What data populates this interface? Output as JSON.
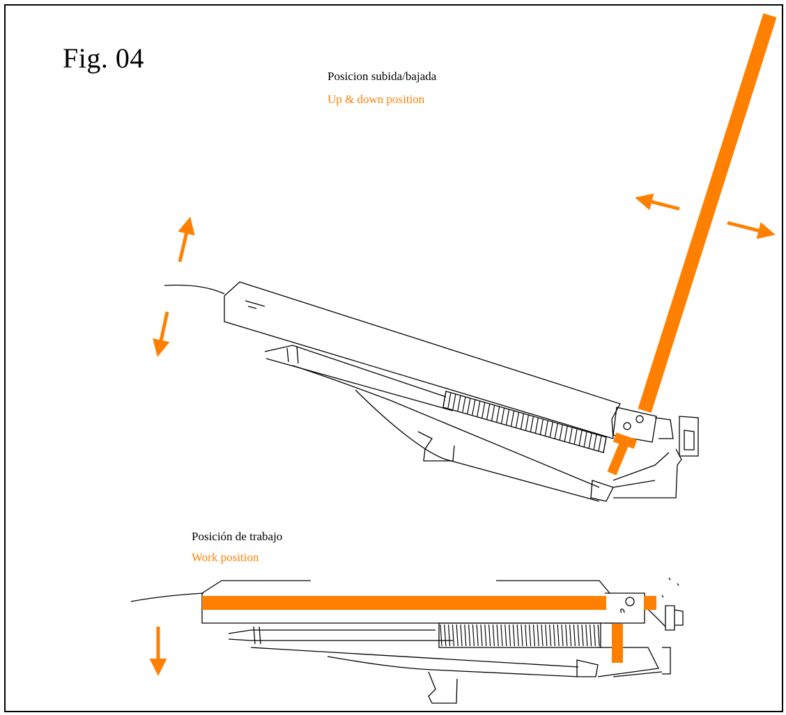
{
  "figure": {
    "title": "Fig. 04"
  },
  "labels": {
    "up_down_es": "Posicion subida/bajada",
    "up_down_en": "Up & down position",
    "work_es": "Posición de trabajo",
    "work_en": "Work position"
  },
  "colors": {
    "accent": "#ff8000",
    "line": "#000000",
    "background": "#ffffff"
  },
  "icons": {
    "arrows": [
      "double-arrow-icon",
      "down-arrow-icon"
    ]
  }
}
